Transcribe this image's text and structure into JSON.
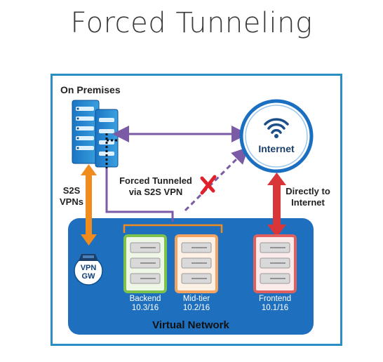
{
  "title": "Forced Tunneling",
  "diagram": {
    "on_premises": "On Premises",
    "internet": "Internet",
    "s2s_vpns": [
      "S2S",
      "VPNs"
    ],
    "forced_tunneled": [
      "Forced Tunneled",
      "via S2S VPN"
    ],
    "directly_to_internet": [
      "Directly to",
      "Internet"
    ],
    "vpn_gw": [
      "VPN",
      "GW"
    ],
    "virtual_network": "Virtual Network",
    "subnets": [
      {
        "name": "Backend",
        "cidr": "10.3/16"
      },
      {
        "name": "Mid-tier",
        "cidr": "10.2/16"
      },
      {
        "name": "Frontend",
        "cidr": "10.1/16"
      }
    ],
    "colors": {
      "frame": "#2a8ec4",
      "vnet": "#1f6fbf",
      "tunnel": "#7b5aa6",
      "blocked": "#e0202a",
      "vpn_link": "#f08c1e",
      "internet_link": "#d9363a",
      "backend": "#7cc24c",
      "midtier": "#f4a460",
      "frontend": "#e06060"
    }
  }
}
